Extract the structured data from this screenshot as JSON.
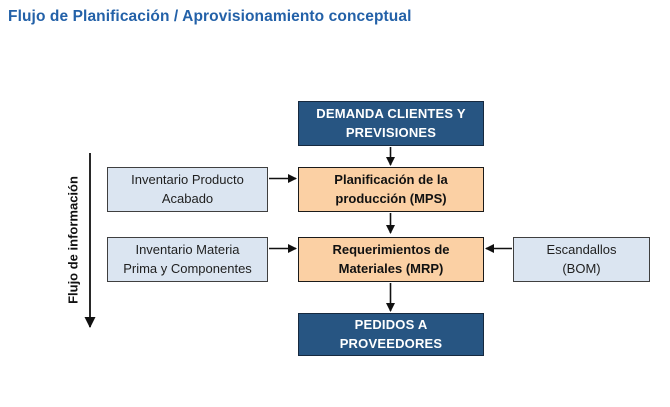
{
  "title": "Flujo de Planificación / Aprovisionamiento conceptual",
  "side_label": "Flujo de información",
  "colors": {
    "title": "#2361a8",
    "navy": "#275582",
    "light_blue": "#dbe5f1",
    "orange": "#fbd0a4",
    "arrow": "#111111"
  },
  "boxes": {
    "demanda": "DEMANDA CLIENTES Y\nPREVISIONES",
    "inventario_producto": "Inventario Producto\nAcabado",
    "mps": "Planificación de la\nproducción (MPS)",
    "inventario_materia": "Inventario Materia\nPrima y Componentes",
    "mrp": "Requerimientos de\nMateriales (MRP)",
    "escandallos": "Escandallos\n(BOM)",
    "pedidos": "PEDIDOS A\nPROVEEDORES"
  }
}
